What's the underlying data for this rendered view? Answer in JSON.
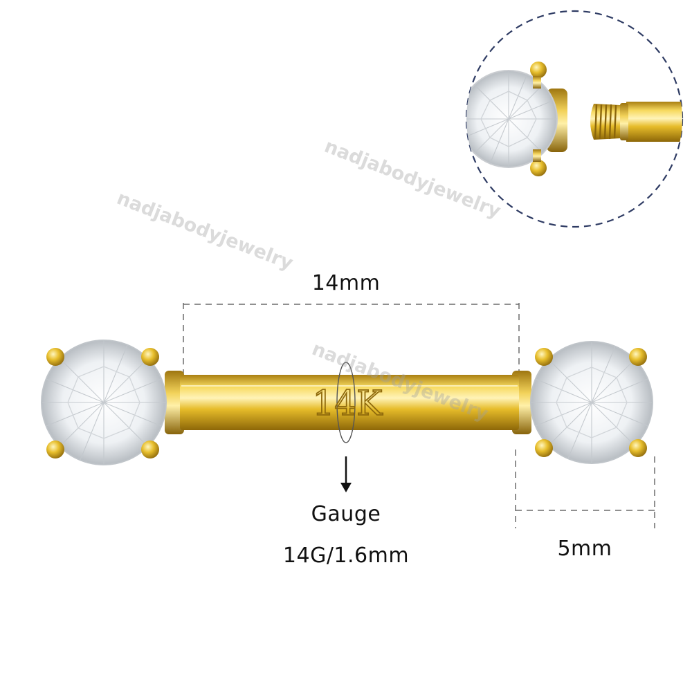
{
  "labels": {
    "length": "14mm",
    "gauge_title": "Gauge",
    "gauge_value": "14G/1.6mm",
    "ball_size": "5mm",
    "bar_engraving": "14K"
  },
  "watermark": {
    "text": "nadjabodyjewelry"
  },
  "colors": {
    "gold": "#e7bf2c",
    "gold_dark": "#b8901a",
    "gold_light": "#fbe68a",
    "stone": "#f4f6f8",
    "dashed_line": "#6b6b6b",
    "inset_circle": "#2e3b63"
  }
}
